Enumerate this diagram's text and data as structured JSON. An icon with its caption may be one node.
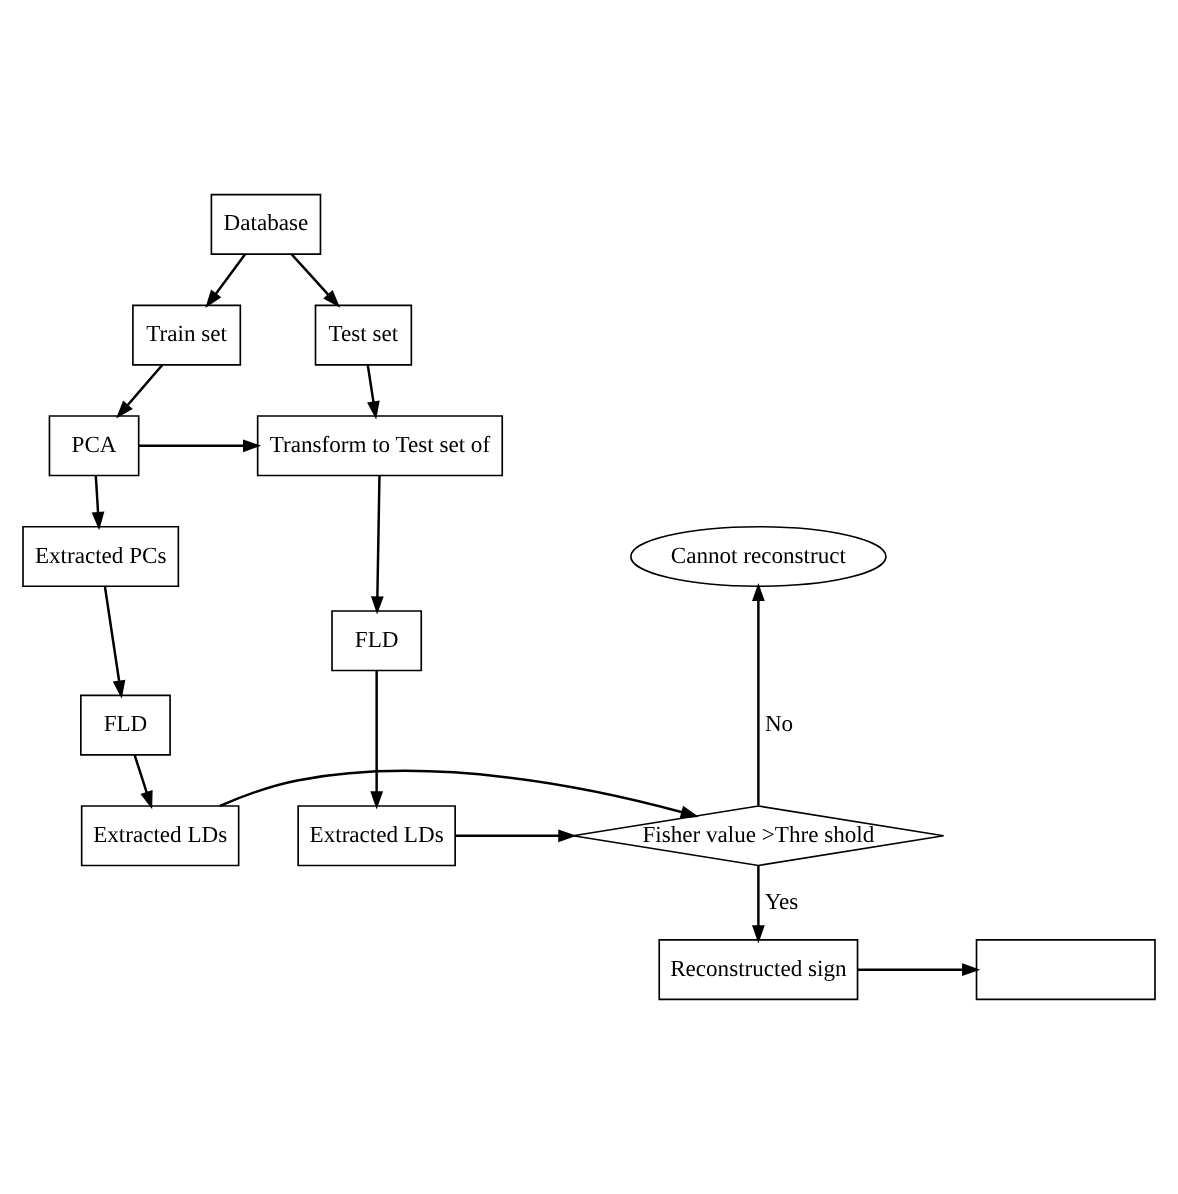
{
  "diagram": {
    "nodes": [
      {
        "text": [
          "Database"
        ]
      },
      {
        "text": [
          "Train set"
        ]
      },
      {
        "text": [
          "Test set"
        ]
      },
      {
        "text": [
          "PCA"
        ]
      },
      {
        "text": [
          "Transform to Test set of"
        ]
      },
      {
        "text": [
          "Extracted PCs"
        ]
      },
      {
        "text": [
          "Cannot reconstruct"
        ]
      },
      {
        "text": [
          "FLD"
        ]
      },
      {
        "text": [
          "FLD"
        ]
      },
      {
        "text": [
          "Extracted LDs"
        ]
      },
      {
        "text": [
          "Fisher value >Thre shold"
        ]
      },
      {
        "text": [
          "Extracted LDs"
        ]
      },
      {
        "text": [
          "Reconstructed sign"
        ]
      },
      {
        "text": [],
        "shape": "box"
      }
    ],
    "edges": [
      {
        "from": 0,
        "to": 1,
        "arrow": "to"
      },
      {
        "from": 0,
        "to": 2,
        "arrow": "to"
      },
      {
        "from": 1,
        "to": 3,
        "arrow": "to"
      },
      {
        "from": 2,
        "to": 4,
        "arrow": "to"
      },
      {
        "from": 3,
        "to": 4,
        "arrow": "to"
      },
      {
        "from": 3,
        "to": 5,
        "arrow": "to"
      },
      {
        "from": 5,
        "to": 7,
        "arrow": "to"
      },
      {
        "from": 7,
        "to": 9,
        "arrow": "to"
      },
      {
        "from": 4,
        "to": 8,
        "arrow": "to"
      },
      {
        "from": 8,
        "to": 11,
        "arrow": "to"
      },
      {
        "from": 9,
        "to": 10,
        "arrow": "to"
      },
      {
        "from": 11,
        "to": 10,
        "arrow": "to"
      },
      {
        "from": 10,
        "to": 6,
        "arrow": "to",
        "label": "No"
      },
      {
        "from": 10,
        "to": 12,
        "arrow": "to",
        "label": "Yes"
      },
      {
        "from": 12,
        "to": 13,
        "arrow": "to"
      }
    ]
  }
}
